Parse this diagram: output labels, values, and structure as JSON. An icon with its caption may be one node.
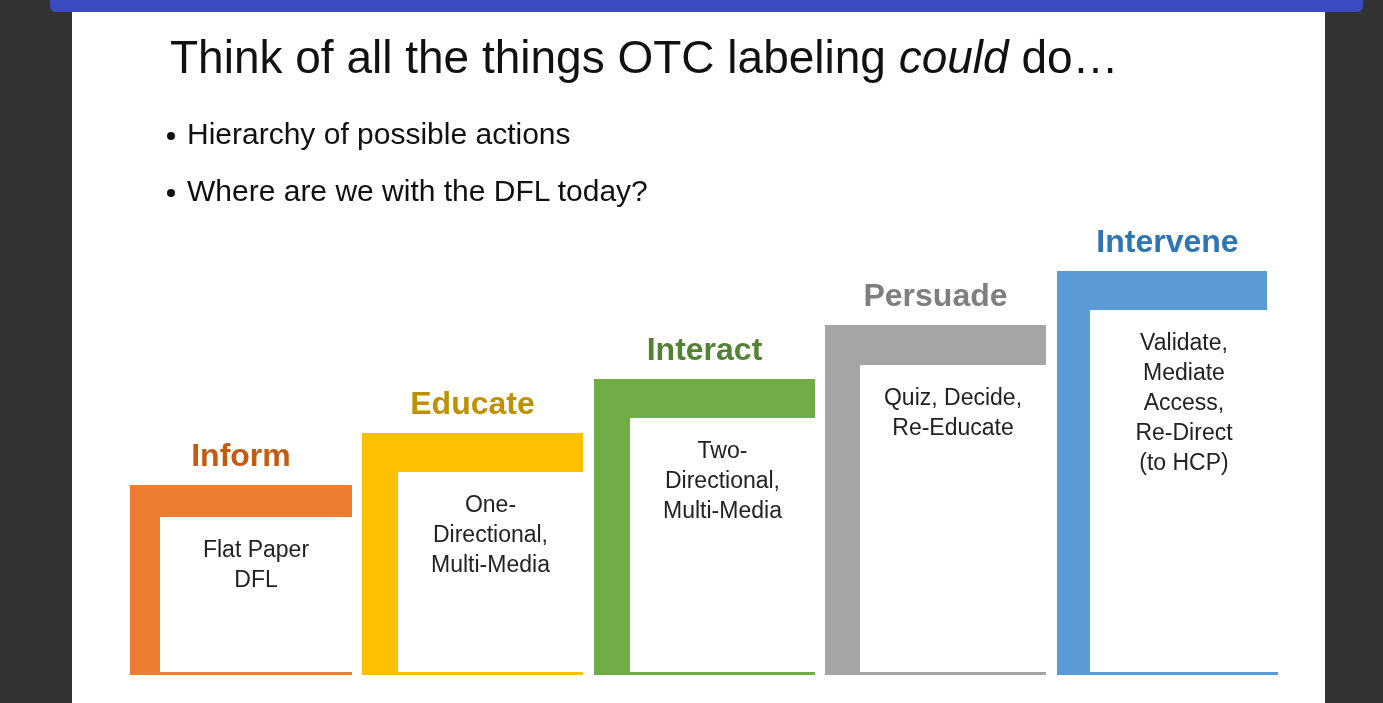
{
  "diagram": {
    "title": "Think of all the things OTC labeling *could* do…",
    "nodes": [
      {
        "text": [
          "Inform",
          "Flat Paper DFL"
        ]
      },
      {
        "text": [
          "Educate",
          "One-Directional, Multi-Media"
        ]
      },
      {
        "text": [
          "Interact",
          "Two-Directional, Multi-Media"
        ]
      },
      {
        "text": [
          "Persuade",
          "Quiz, Decide, Re-Educate"
        ]
      },
      {
        "text": [
          "Intervene",
          "Validate, Mediate Access, Re-Direct (to HCP)"
        ]
      }
    ],
    "labels": [
      "Hierarchy of possible actions",
      "Where are we with the DFL today?"
    ]
  }
}
